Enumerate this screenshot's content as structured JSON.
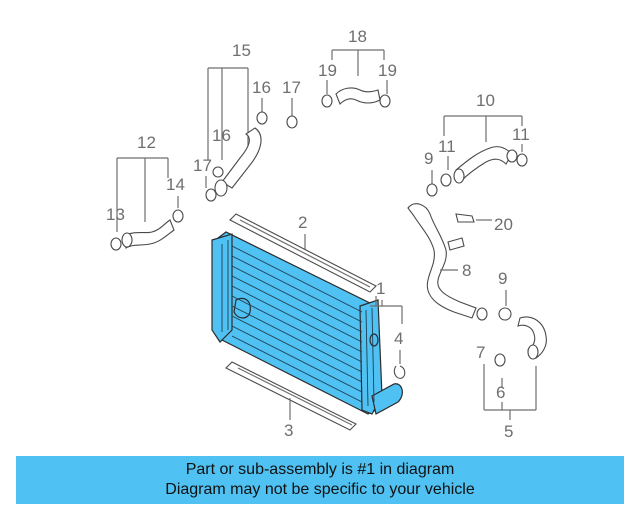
{
  "callouts": {
    "c1": "1",
    "c2": "2",
    "c3": "3",
    "c4": "4",
    "c5": "5",
    "c6": "6",
    "c7": "7",
    "c8": "8",
    "c9a": "9",
    "c9b": "9",
    "c10": "10",
    "c11a": "11",
    "c11b": "11",
    "c12": "12",
    "c13": "13",
    "c14": "14",
    "c15": "15",
    "c16a": "16",
    "c16b": "16",
    "c17a": "17",
    "c17b": "17",
    "c18": "18",
    "c19a": "19",
    "c19b": "19",
    "c20": "20"
  },
  "banner": {
    "line1": "Part or sub-assembly is #1 in diagram",
    "line2": "Diagram may not be specific to your vehicle"
  },
  "colors": {
    "highlight": "#4fc1f2",
    "lines": "#6f6f6f"
  }
}
